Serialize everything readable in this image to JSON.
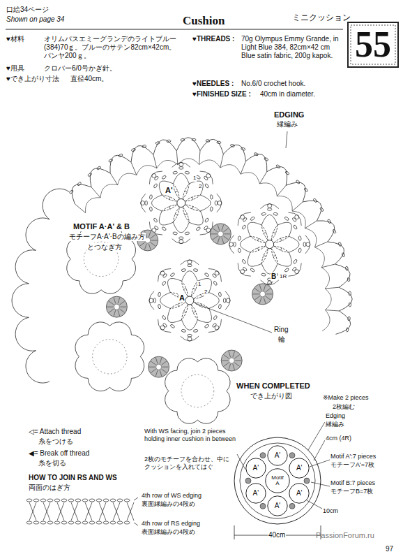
{
  "diagram": {
    "title": "Cushion",
    "nodes": [
      {
        "text": [
          "55"
        ]
      },
      {
        "text": [
          "Motif",
          "A"
        ]
      },
      {
        "text": [
          "A'"
        ]
      },
      {
        "text": [
          "A'"
        ]
      },
      {
        "text": [
          "A'"
        ]
      },
      {
        "text": [
          "A'"
        ]
      },
      {
        "text": [
          "A'"
        ]
      },
      {
        "text": [
          "A'"
        ]
      }
    ],
    "labels": [
      "口絵34ページ",
      "Shown on page 34",
      "ミニクッション",
      "♥材料",
      "オリムパスエミーグランデのライトブルー(384)70ｇ。ブルーのサテン82cm×42cm。パンヤ200ｇ。",
      "♥用具",
      "クロバー6/0号かぎ針。",
      "♥でき上がり寸法",
      "直径40cm。",
      "♥THREADS :",
      "70g Olympus Emmy Grande, in Light Blue 384, 82cm×42 cm Blue satin fabric, 200g kapok.",
      "♥NEEDLES :",
      "No.6/0 crochet hook.",
      "♥FINISHED SIZE :",
      "40cm in diameter.",
      "EDGING",
      "縁編み",
      "MOTIF A·A' & B",
      "モチーフA·A'·Bの編み方",
      "とつなぎ方",
      "A'",
      "1",
      "2",
      "A",
      "1",
      "2",
      "B",
      "1R",
      "Ring",
      "輪",
      "◁= Attach thread",
      "糸をつける",
      "◀= Break off thread",
      "糸を切る",
      "HOW TO JOIN RS AND WS",
      "両面のはぎ方",
      "4th row of WS edging",
      "裏面縁編みの4段め",
      "4th row of RS edging",
      "表面縁編みの4段め",
      "With WS facing, join 2 pieces holding inner cushion in between",
      "2枚のモチーフを合わせ、中にクッションを入れてはぐ",
      "WHEN COMPLETED",
      "でき上がり図",
      "※Make 2 pieces",
      "2枚編む",
      "Edging",
      "縁編み",
      "4cm (4R)",
      "Motif A':7 pieces",
      "モチーフA'=7枚",
      "Motif B:7 pieces",
      "モチーフB=7枚",
      "10cm",
      "40cm",
      "97",
      "PassionForum.ru"
    ]
  }
}
